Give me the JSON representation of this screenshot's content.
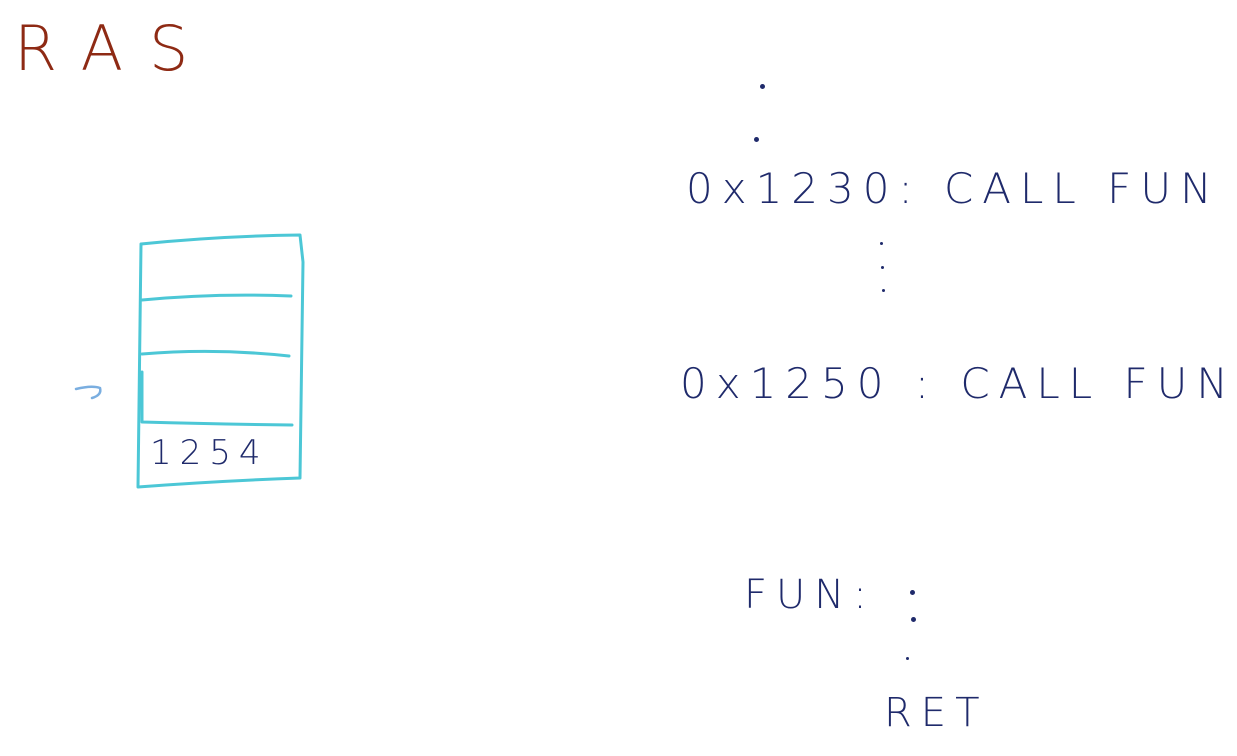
{
  "title": "RAS",
  "ras_stack": {
    "entries": [
      "",
      "",
      "",
      "1254"
    ],
    "pointer_row": 2
  },
  "code_lines": [
    "0x1230: CALL FUN",
    "0x1250 : CALL FUN",
    "FUN:",
    "RET"
  ],
  "colors": {
    "title": "#8e2a14",
    "stack_outline": "#4cc7d6",
    "ink": "#1f2a6b"
  }
}
